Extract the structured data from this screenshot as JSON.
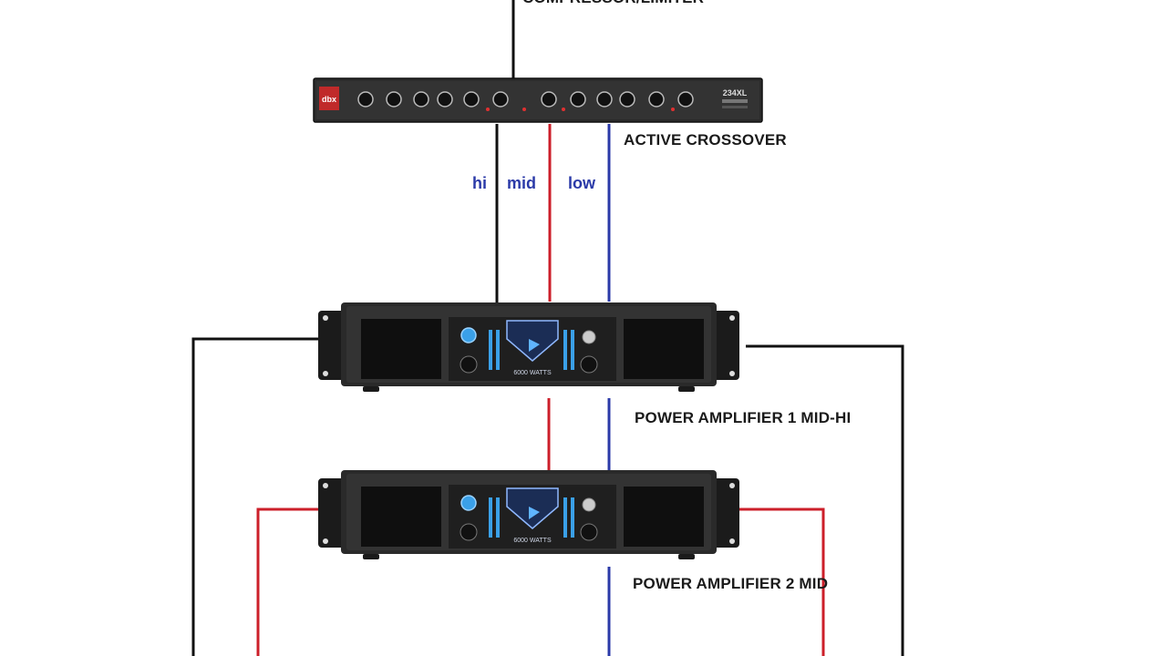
{
  "labels": {
    "compressor": "COMPRESSOR/LIMITER",
    "crossover": "ACTIVE CROSSOVER",
    "amp1": "POWER AMPLIFIER 1 MID-HI",
    "amp2": "POWER AMPLIFIER 2 MID"
  },
  "signals": {
    "hi": "hi",
    "mid": "mid",
    "low": "low"
  },
  "devices": {
    "crossover_model": "234XL",
    "amp_watts": "6000 WATTS"
  },
  "colors": {
    "hi_wire": "#111111",
    "mid_wire": "#cc1f2a",
    "low_wire": "#2b3aa8",
    "signal_text": "#2b3aa8",
    "amp_body": "#2a2a2a",
    "led_blue": "#3aa0e8"
  }
}
